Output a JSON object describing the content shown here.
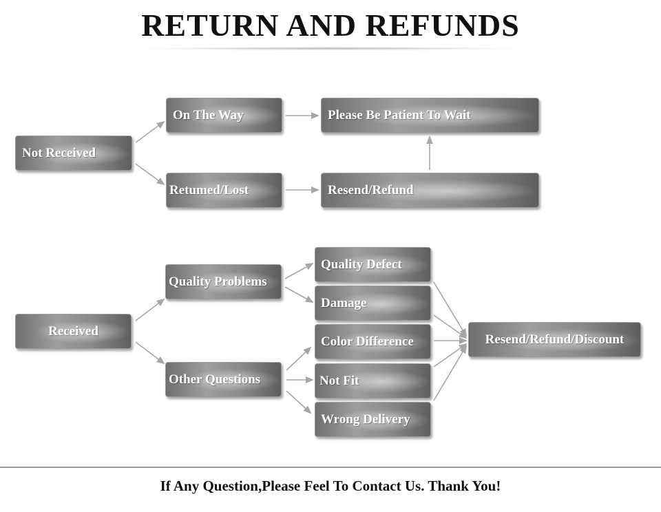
{
  "title": "RETURN AND REFUNDS",
  "nodes": {
    "not_received": "Not Received",
    "on_the_way": "On The Way",
    "please_wait": "Please Be Patient To Wait",
    "returned_lost": "Retumed/Lost",
    "resend_refund": "Resend/Refund",
    "received": "Received",
    "quality_problems": "Quality Problems",
    "other_questions": "Other Questions",
    "quality_defect": "Quality Defect",
    "damage": "Damage",
    "color_difference": "Color Difference",
    "not_fit": "Not Fit",
    "wrong_delivery": "Wrong Delivery",
    "resend_refund_discount": "Resend/Refund/Discount"
  },
  "footer": "If Any Question,Please Feel To Contact Us. Thank You!",
  "colors": {
    "box": "#8a8a8a",
    "arrow": "#a6a6a6",
    "text": "#111111"
  }
}
